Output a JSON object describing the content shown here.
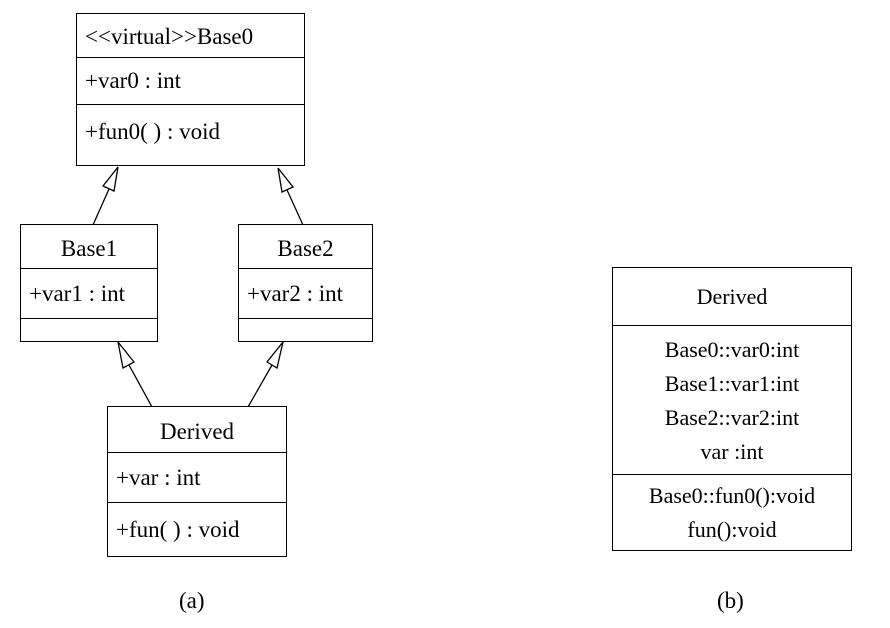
{
  "diagram_a": {
    "caption": "(a)",
    "base0": {
      "name": "<<virtual>>Base0",
      "attribute": "+var0 : int",
      "operation": "+fun0( ) : void"
    },
    "base1": {
      "name": "Base1",
      "attribute": "+var1 : int"
    },
    "base2": {
      "name": "Base2",
      "attribute": "+var2 : int"
    },
    "derived": {
      "name": "Derived",
      "attribute": "+var : int",
      "operation": "+fun( ) : void"
    }
  },
  "diagram_b": {
    "caption": "(b)",
    "derived": {
      "name": "Derived",
      "attributes": [
        "Base0::var0:int",
        "Base1::var1:int",
        "Base2::var2:int",
        "var :int"
      ],
      "operations": [
        "Base0::fun0():void",
        "fun():void"
      ]
    }
  }
}
